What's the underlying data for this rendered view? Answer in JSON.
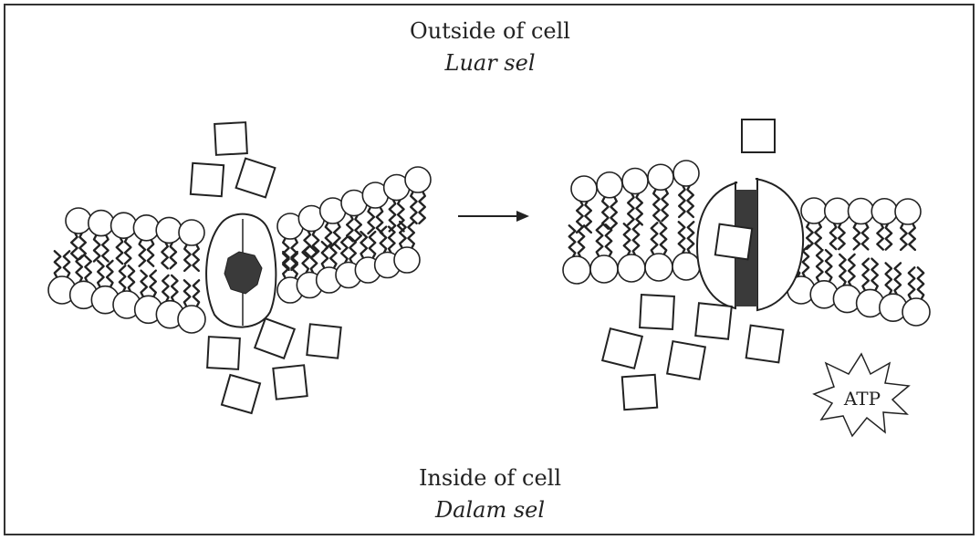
{
  "labels": {
    "outside_en": "Outside of cell",
    "outside_ms": "Luar sel",
    "inside_en": "Inside of cell",
    "inside_ms": "Dalam sel",
    "atp": "ATP"
  },
  "colors": {
    "line": "#222222",
    "protein_fill": "#ffffff",
    "channel_fill": "#3a3a3a"
  },
  "icons": {
    "transition": "arrow-right-icon",
    "molecule": "square-molecule-icon",
    "energy": "atp-starburst-icon"
  }
}
